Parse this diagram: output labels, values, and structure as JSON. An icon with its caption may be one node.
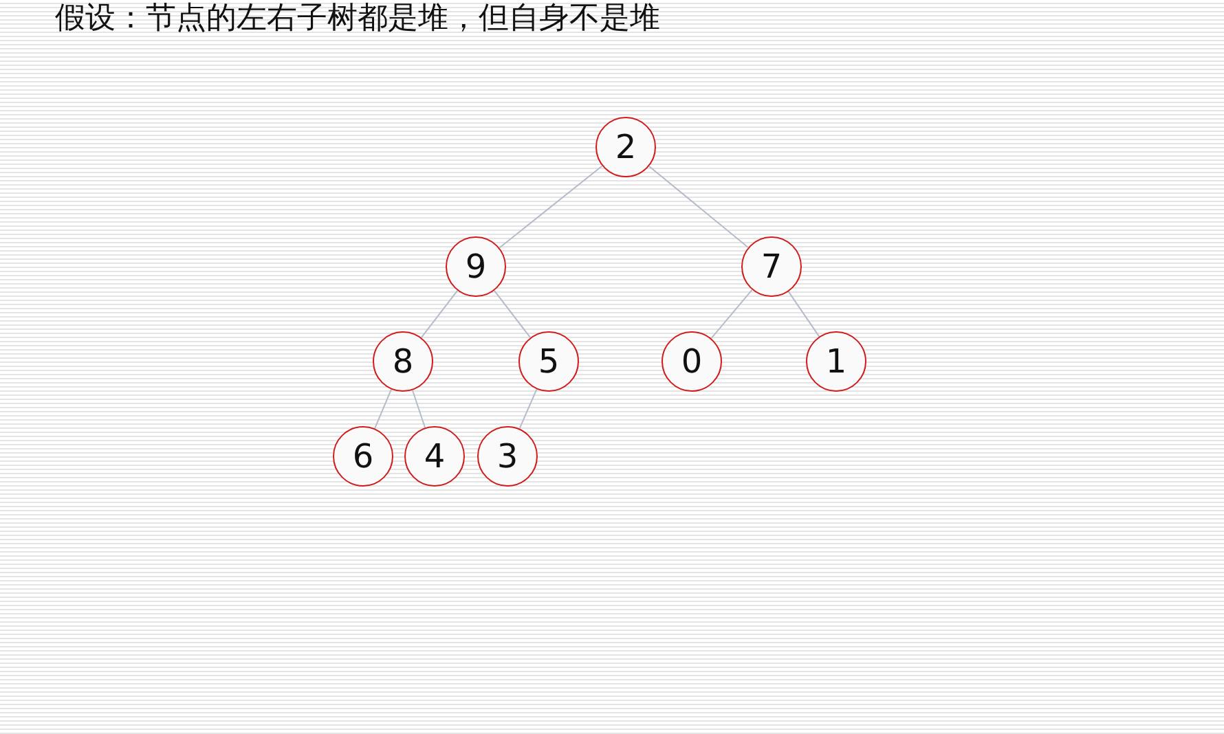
{
  "diagram": {
    "title": "假设：节点的左右子树都是堆，但自身不是堆",
    "nodes": [
      {
        "text": [
          "2"
        ]
      },
      {
        "text": [
          "9"
        ]
      },
      {
        "text": [
          "7"
        ]
      },
      {
        "text": [
          "8"
        ]
      },
      {
        "text": [
          "5"
        ]
      },
      {
        "text": [
          "0"
        ]
      },
      {
        "text": [
          "1"
        ]
      },
      {
        "text": [
          "6"
        ]
      },
      {
        "text": [
          "4"
        ]
      },
      {
        "text": [
          "3"
        ]
      }
    ],
    "edges": [
      {
        "from": 0,
        "to": 1,
        "arrow": "none"
      },
      {
        "from": 0,
        "to": 2,
        "arrow": "none"
      },
      {
        "from": 1,
        "to": 3,
        "arrow": "none"
      },
      {
        "from": 1,
        "to": 4,
        "arrow": "none"
      },
      {
        "from": 2,
        "to": 5,
        "arrow": "none"
      },
      {
        "from": 2,
        "to": 6,
        "arrow": "none"
      },
      {
        "from": 3,
        "to": 7,
        "arrow": "none"
      },
      {
        "from": 3,
        "to": 8,
        "arrow": "none"
      },
      {
        "from": 4,
        "to": 9,
        "arrow": "none"
      }
    ]
  }
}
